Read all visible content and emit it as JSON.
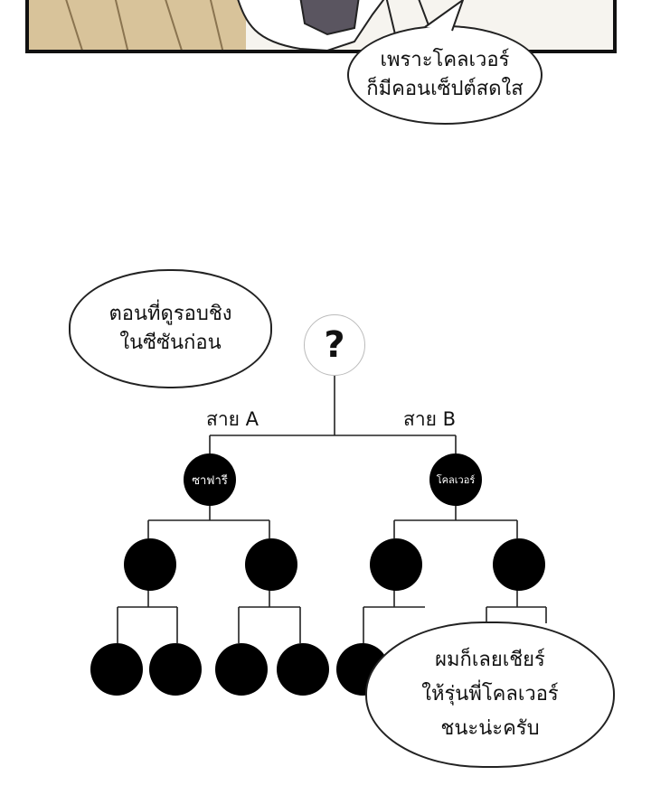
{
  "bubbles": {
    "top": "เพราะโคลเวอร์\nก็มีคอนเซ็ปต์สดใส",
    "left": "ตอนที่ดูรอบชิง\nในซีซันก่อน",
    "bottom": "ผมก็เลยเชียร์\nให้รุ่นพี่โคลเวอร์\nชนะน่ะครับ"
  },
  "bracket": {
    "winner": "?",
    "branch_a": "สาย A",
    "branch_b": "สาย B",
    "finalist_a": "ซาฟารี",
    "finalist_b": "โคลเวอร์"
  }
}
